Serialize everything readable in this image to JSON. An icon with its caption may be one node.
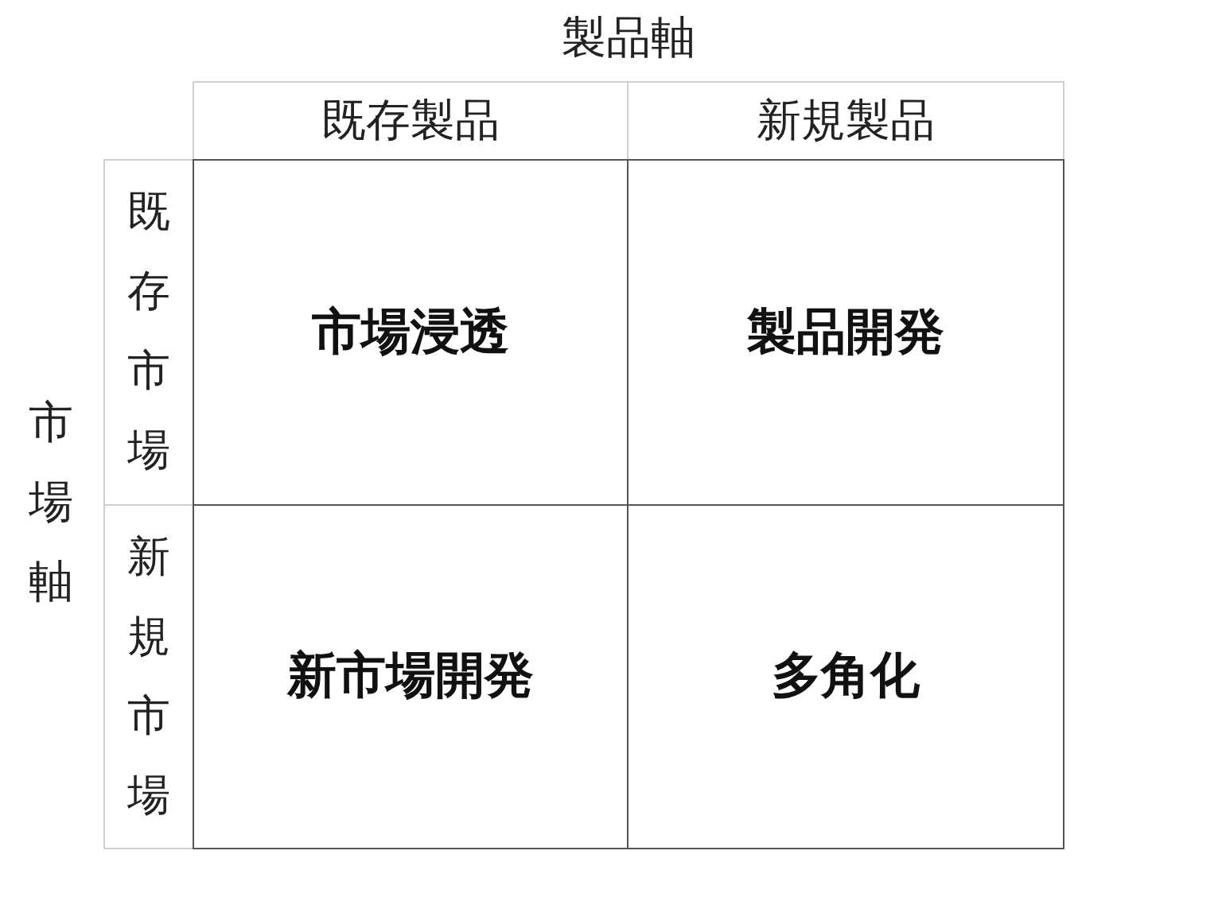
{
  "diagram": {
    "nodes": [
      {
        "text": [
          "既存製品"
        ]
      },
      {
        "text": [
          "新規製品"
        ]
      },
      {
        "text": [
          "既存市場"
        ]
      },
      {
        "text": [
          "市場浸透"
        ]
      },
      {
        "text": [
          "製品開発"
        ]
      },
      {
        "text": [
          "新規市場"
        ]
      },
      {
        "text": [
          "新市場開発"
        ]
      },
      {
        "text": [
          "多角化"
        ]
      }
    ],
    "labels": [
      "製品軸",
      "市場軸"
    ]
  }
}
